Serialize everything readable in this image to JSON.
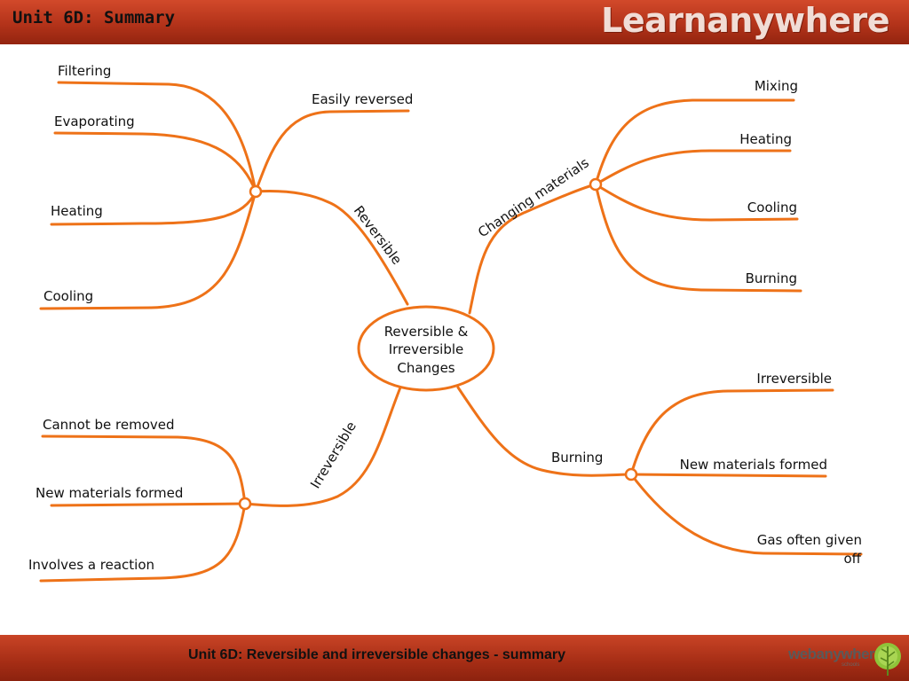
{
  "header": {
    "title": "Unit 6D: Summary",
    "brand": "Learnanywhere"
  },
  "footer": {
    "text": "Unit 6D: Reversible and irreversible changes - summary",
    "logo_text": "webanywhere",
    "logo_sub": "schools"
  },
  "centre": {
    "line1": "Reversible &",
    "line2": "Irreversible",
    "line3": "Changes"
  },
  "branches": {
    "reversible": {
      "label": "Reversible",
      "top": "Easily reversed",
      "leaves": [
        "Filtering",
        "Evaporating",
        "Heating",
        "Cooling"
      ]
    },
    "changing": {
      "label": "Changing materials",
      "leaves": [
        "Mixing",
        "Heating",
        "Cooling",
        "Burning"
      ]
    },
    "irreversible": {
      "label": "Irreversible",
      "leaves": [
        "Cannot be removed",
        "New materials formed",
        "Involves a reaction"
      ]
    },
    "burning": {
      "label": "Burning",
      "leaves": [
        "Irreversible",
        "New materials formed"
      ],
      "gas_line1": "Gas often given",
      "gas_line2": "off"
    }
  },
  "colors": {
    "line": "#ee7218",
    "header": "#b3331a",
    "footer": "#a52d15"
  }
}
